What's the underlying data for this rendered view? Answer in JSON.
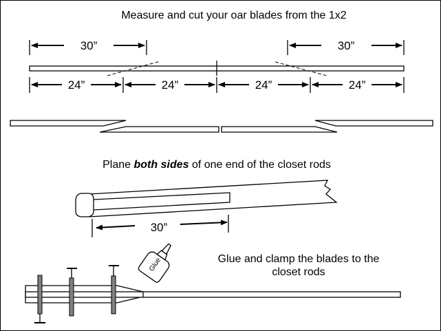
{
  "steps": [
    {
      "title": "Measure and cut your oar blades from the 1x2",
      "dimensions": {
        "blade_length_left": "30”",
        "blade_length_right": "30”",
        "segments": [
          "24”",
          "24”",
          "24”",
          "24”"
        ]
      }
    },
    {
      "title_prefix": "Plane ",
      "title_emphasis": "both sides",
      "title_suffix": " of one end of the closet rods",
      "dimension": "30”"
    },
    {
      "title_line1": "Glue and clamp the blades to the",
      "title_line2": "closet rods",
      "glue_label": "Glue"
    }
  ]
}
